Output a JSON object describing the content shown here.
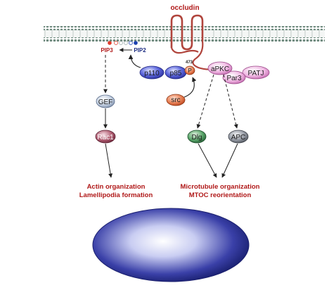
{
  "labels": {
    "occludin": "occludin",
    "pip3": "PIP3",
    "pip2": "PIP2",
    "p110": "p110",
    "p85": "p85",
    "phospho": "P",
    "phospho_site": "473",
    "src": "src",
    "apkc": "aPKC",
    "par3": "Par3",
    "patj": "PATJ",
    "gef": "GEF",
    "rac1": "Rac1",
    "dlg": "Dlg",
    "apc": "APC",
    "actin_line1": "Actin organization",
    "actin_line2": "Lamellipodia formation",
    "micro_line1": "Microtubule organization",
    "micro_line2": "MTOC reorientation"
  },
  "colors": {
    "membrane_head": "#6f8a7e",
    "occludin_line": "#b0443c",
    "pip3_dot": "#e03a2a",
    "pip2_dot": "#1a3fb0",
    "blue_node": "#3a46c8",
    "pink_node": "#e7a6d6",
    "src_node": "#e06a3e",
    "green_node": "#3b8a52",
    "gray_node": "#7f8590",
    "gef_node": "#b9c6d8",
    "rac_node": "#9c4a5e",
    "red_text": "#b01818",
    "nucleus_edge": "#1a1f6e"
  }
}
